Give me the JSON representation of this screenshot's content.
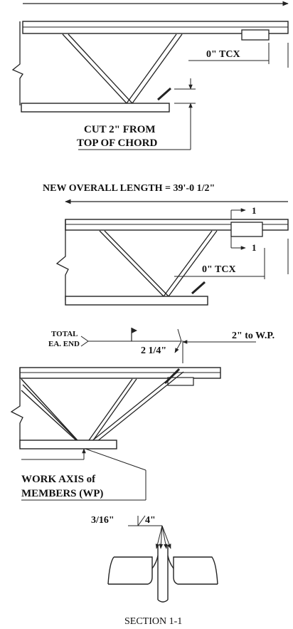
{
  "detail_top": {
    "dim_tcx": "0\" TCX",
    "cut_note_line1": "CUT 2\" FROM",
    "cut_note_line2": "TOP OF CHORD"
  },
  "detail_middle": {
    "overall_length": "NEW OVERALL LENGTH = 39'-0 1/2\"",
    "section_mark_upper": "1",
    "section_mark_lower": "1",
    "dim_tcx": "0\" TCX"
  },
  "detail_bottom": {
    "total_each_end_line1": "TOTAL",
    "total_each_end_line2": "EA. END",
    "weld_length": "2 1/4\"",
    "to_wp": "2\" to W.P.",
    "work_axis_line1": "WORK AXIS of",
    "work_axis_line2": "MEMBERS (WP)"
  },
  "section_detail": {
    "weld_size": "3/16\"",
    "weld_len": "4\"",
    "title": "SECTION 1-1"
  }
}
